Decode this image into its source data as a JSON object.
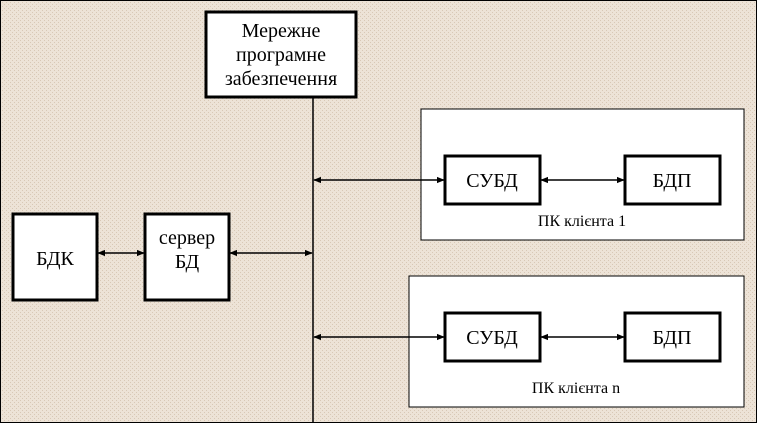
{
  "colors": {
    "background": "#ede3d7",
    "box_fill": "#ffffff",
    "stroke": "#000000"
  },
  "nodes": {
    "network_software": {
      "lines": [
        "Мережне",
        "програмне",
        "забезпечення"
      ]
    },
    "bdk": {
      "label": "БДК"
    },
    "db_server": {
      "lines": [
        "сервер",
        "БД"
      ]
    },
    "client1": {
      "caption": "ПК клієнта 1",
      "dbms": "СУБД",
      "local_db": "БДП"
    },
    "clientn": {
      "caption": "ПК клієнта n",
      "dbms": "СУБД",
      "local_db": "БДП"
    }
  },
  "connections": [
    {
      "from": "bdk",
      "to": "db_server",
      "type": "bidirectional"
    },
    {
      "from": "db_server",
      "to": "network-bus",
      "type": "bidirectional"
    },
    {
      "from": "network-bus",
      "to": "client1.dbms",
      "type": "bidirectional"
    },
    {
      "from": "client1.dbms",
      "to": "client1.local_db",
      "type": "bidirectional"
    },
    {
      "from": "network-bus",
      "to": "clientn.dbms",
      "type": "bidirectional"
    },
    {
      "from": "clientn.dbms",
      "to": "clientn.local_db",
      "type": "bidirectional"
    }
  ]
}
